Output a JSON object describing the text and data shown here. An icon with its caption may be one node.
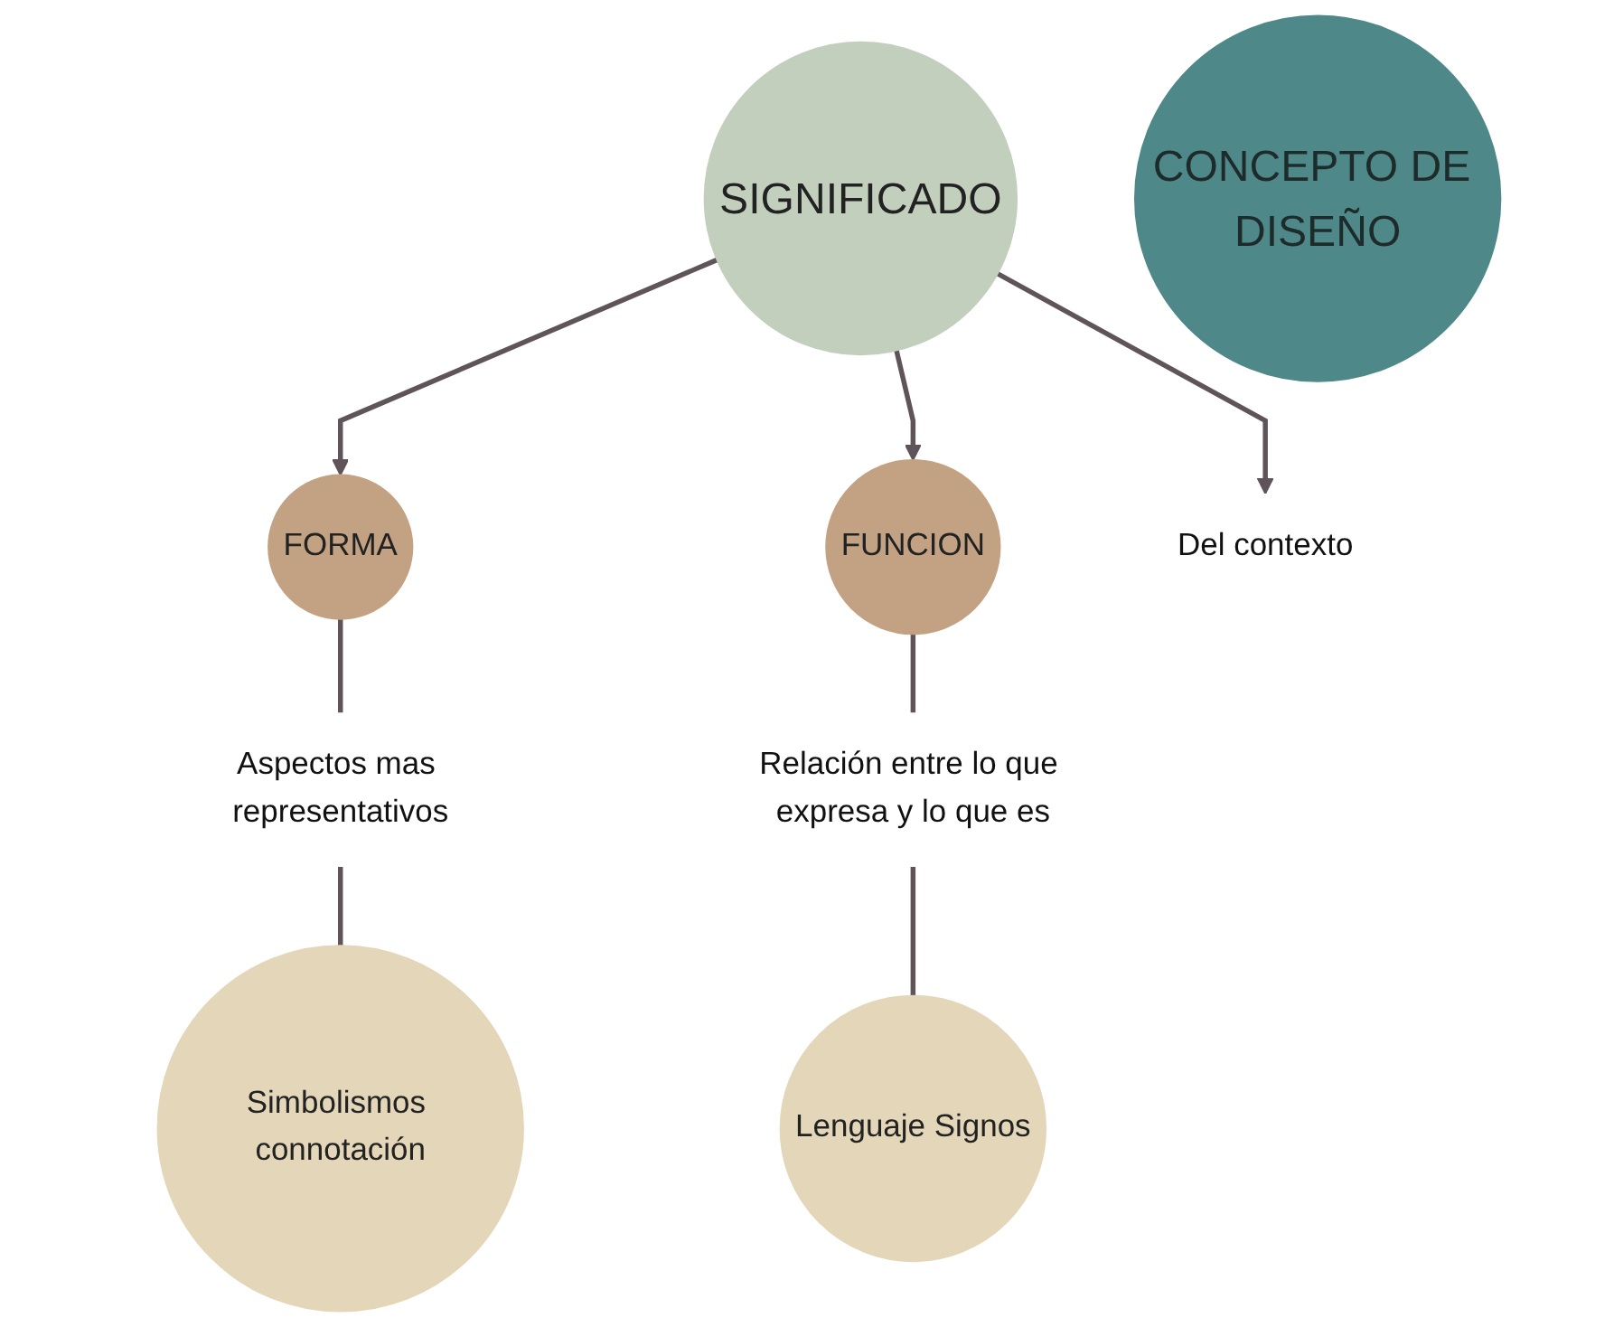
{
  "diagram": {
    "nodes": [
      {
        "text": [
          "SIGNIFICADO"
        ]
      },
      {
        "text": [
          "FORMA"
        ]
      },
      {
        "text": [
          "FUNCION"
        ]
      },
      {
        "text": [
          "Del contexto"
        ]
      },
      {
        "text": [
          "Aspectos mas representativos"
        ]
      },
      {
        "text": [
          "Relación entre lo que expresa y lo que es"
        ]
      },
      {
        "text": [
          "CONCEPTO DE DISEÑO"
        ]
      },
      {
        "text": [
          "Simbolismos connotación"
        ]
      },
      {
        "text": [
          "Lenguaje Signos"
        ]
      }
    ],
    "edges": [
      {
        "from": 0,
        "to": 1,
        "arrow": "to"
      },
      {
        "from": 0,
        "to": 2,
        "arrow": "to"
      },
      {
        "from": 0,
        "to": 3,
        "arrow": "to"
      },
      {
        "from": 1,
        "to": 4,
        "arrow": "none"
      },
      {
        "from": 4,
        "to": 7,
        "arrow": "none"
      },
      {
        "from": 2,
        "to": 5,
        "arrow": "none"
      },
      {
        "from": 5,
        "to": 8,
        "arrow": "none"
      }
    ]
  }
}
